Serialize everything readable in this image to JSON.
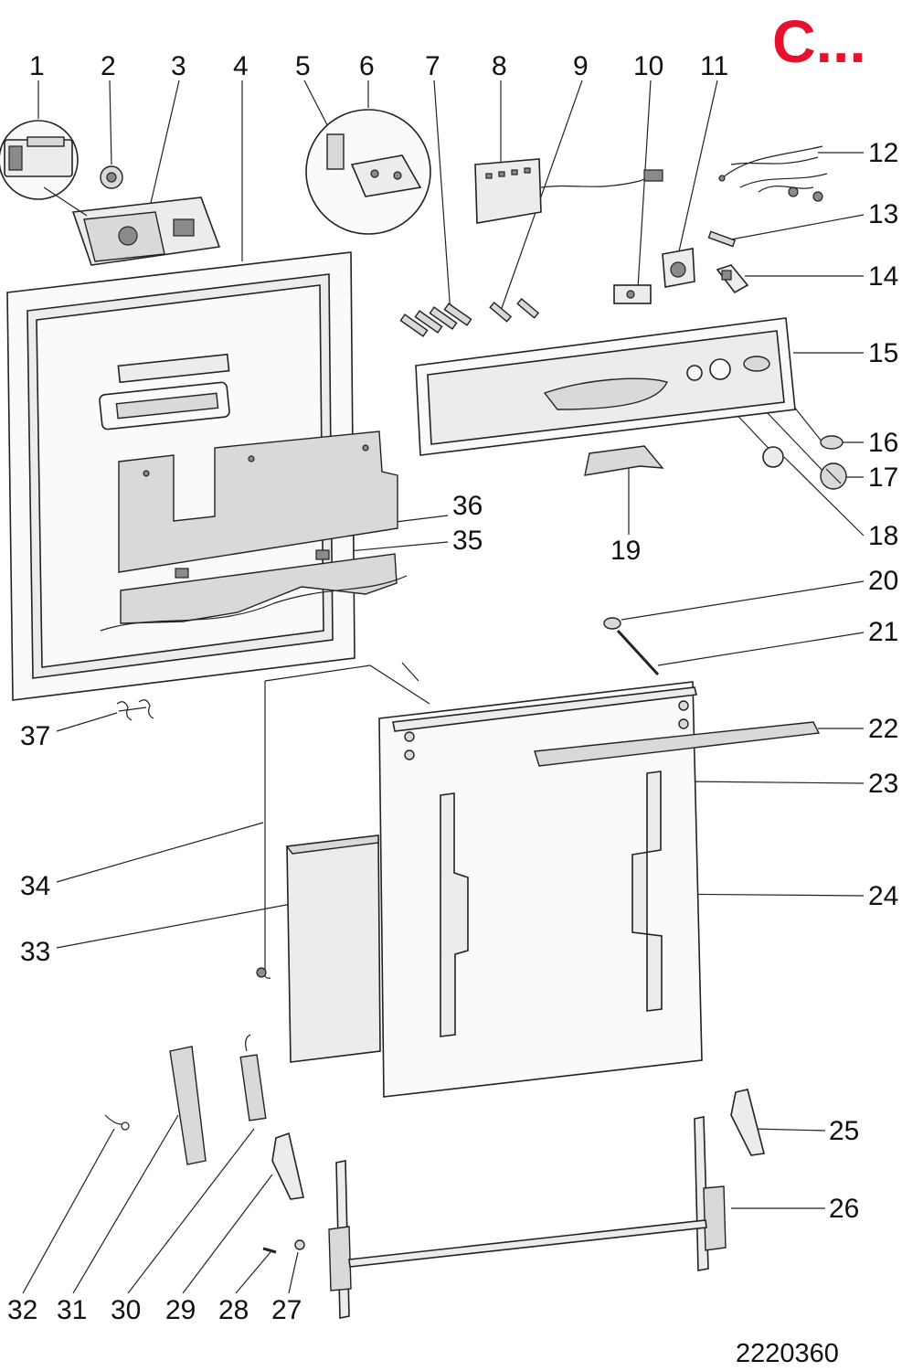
{
  "badge": "C...",
  "reference_number": "2220360",
  "top_labels": [
    "1",
    "2",
    "3",
    "4",
    "5",
    "6",
    "7",
    "8",
    "9",
    "10",
    "11"
  ],
  "right_labels": [
    "12",
    "13",
    "14",
    "15",
    "16",
    "17",
    "18",
    "20",
    "21",
    "22",
    "23",
    "24",
    "25",
    "26"
  ],
  "middle_labels": [
    "19",
    "35",
    "36"
  ],
  "left_labels": [
    "37",
    "34",
    "33"
  ],
  "bottom_labels": [
    "32",
    "31",
    "30",
    "29",
    "28",
    "27"
  ]
}
